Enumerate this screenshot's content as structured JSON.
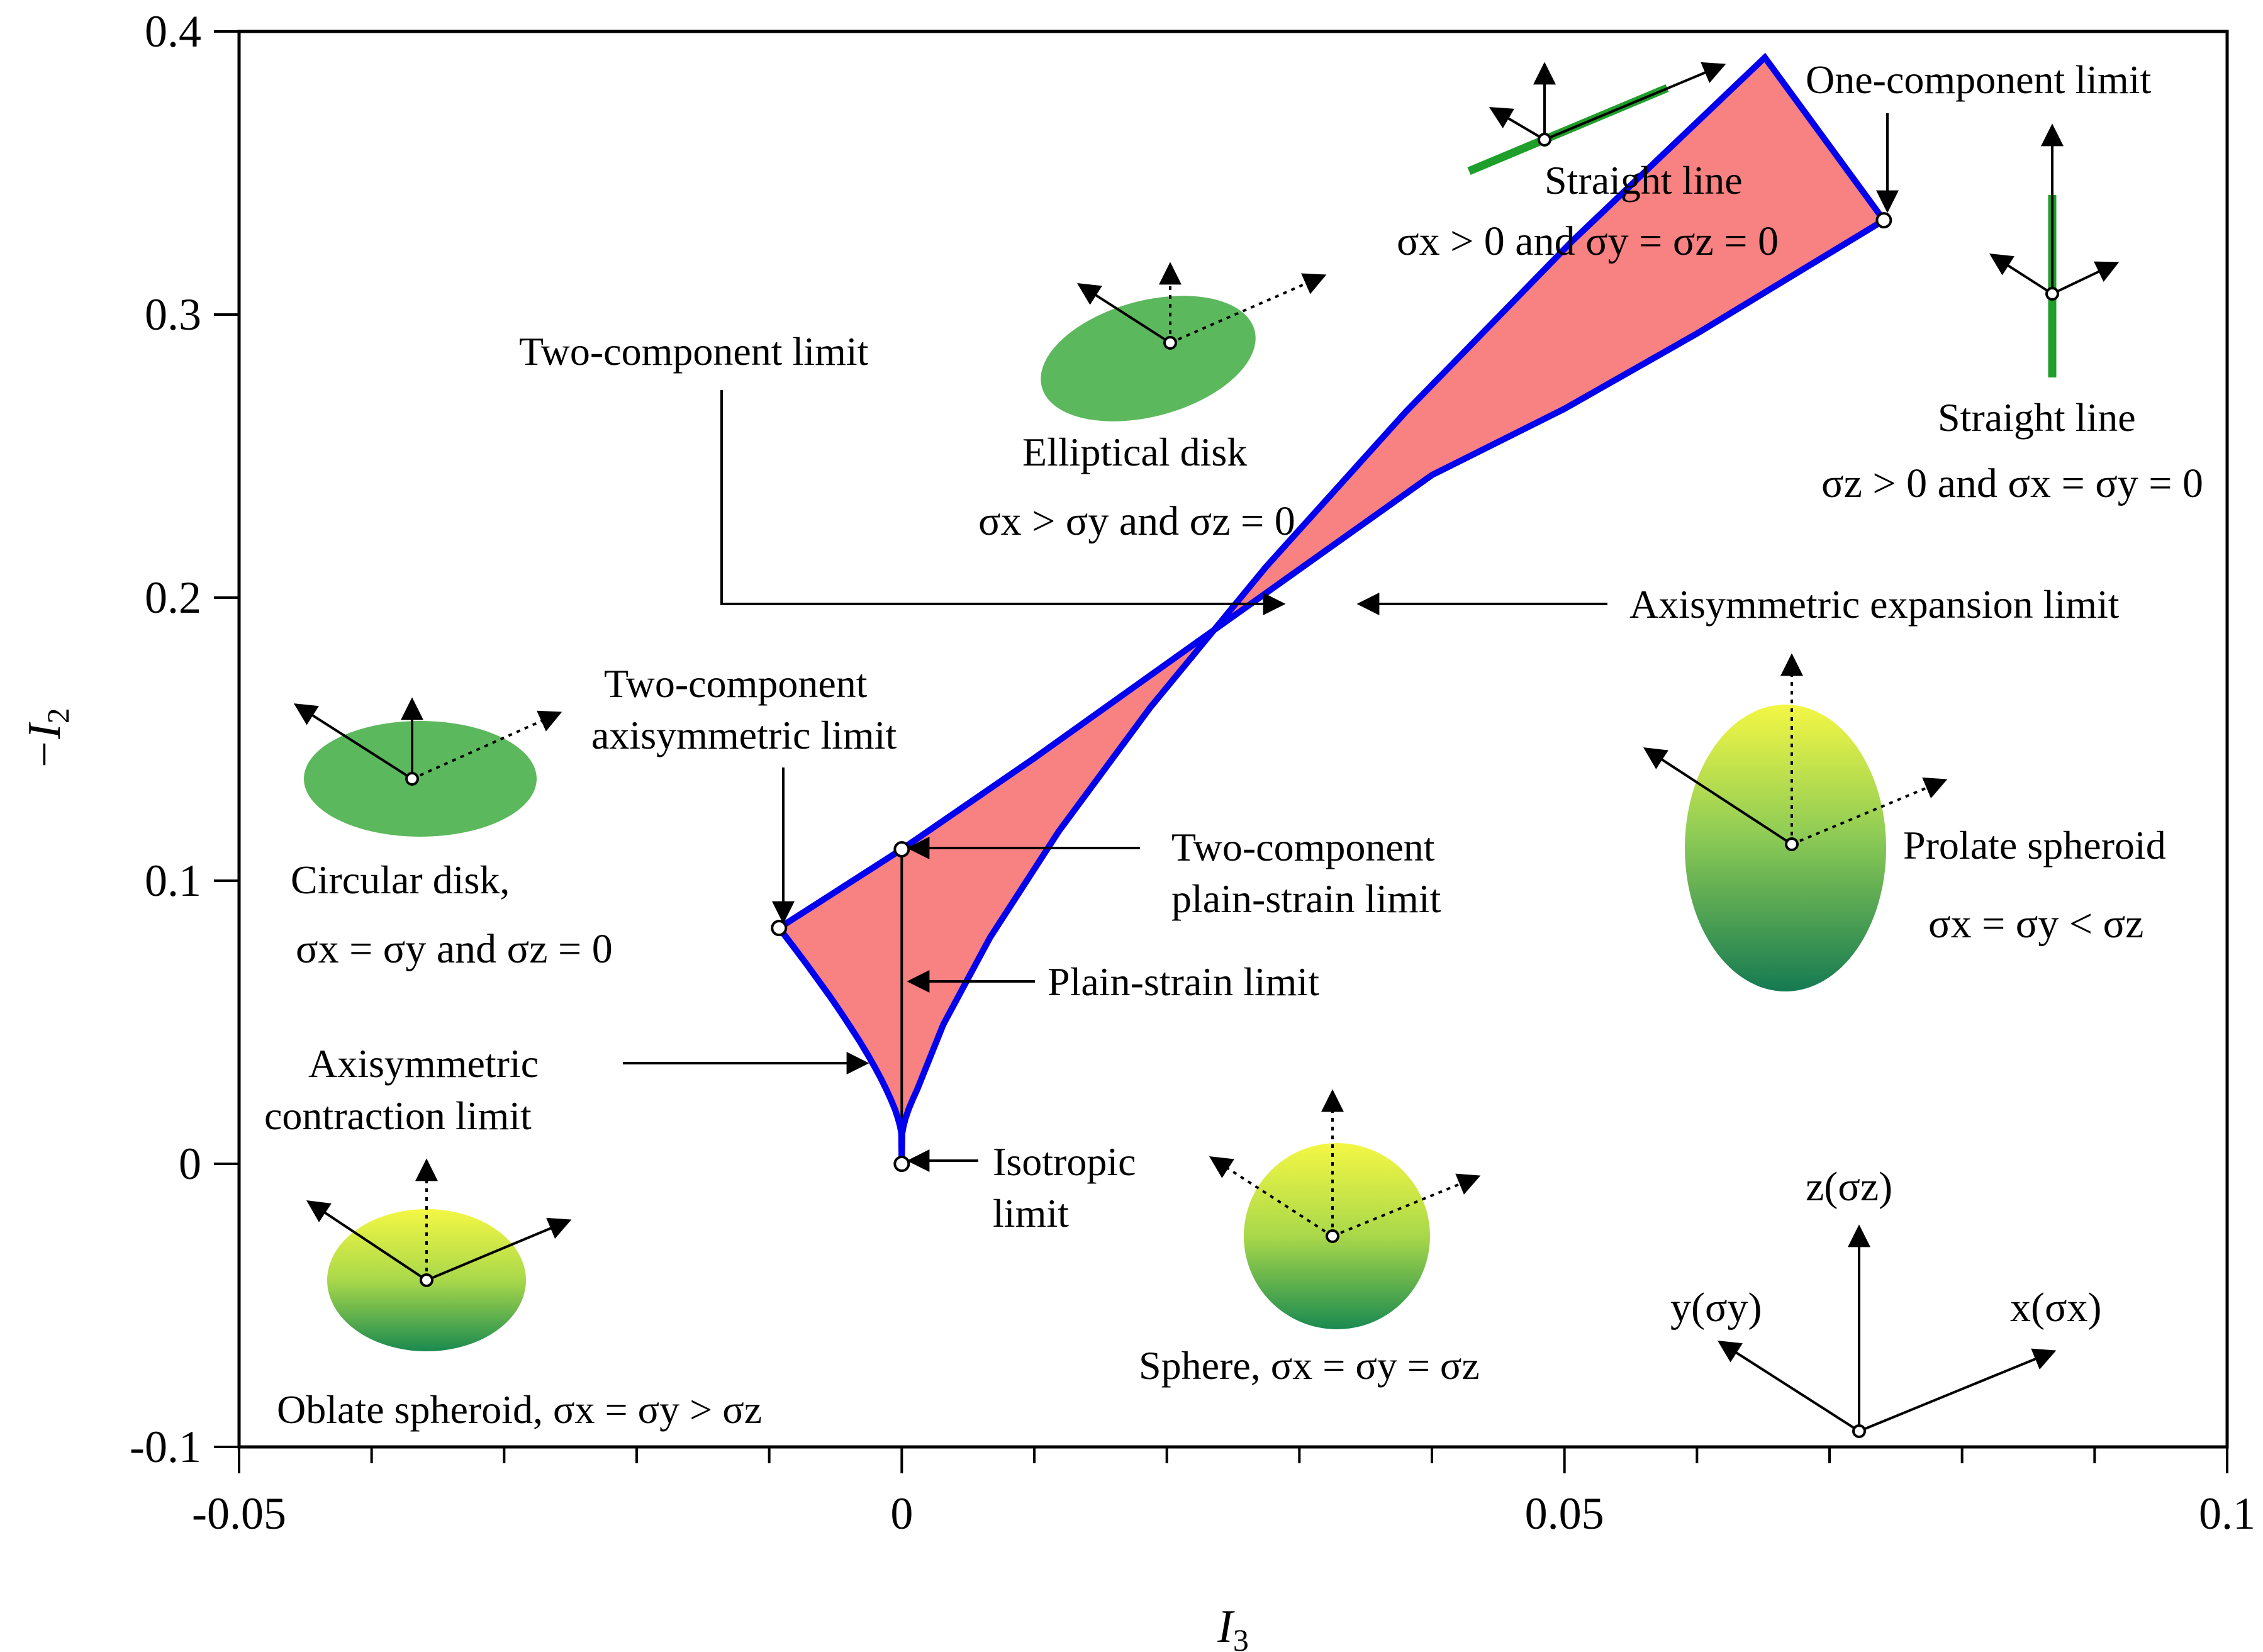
{
  "chart_data": {
    "type": "area",
    "xlabel": "I",
    "xlabel_sub": "3",
    "ylabel": "−I",
    "ylabel_sub": "2",
    "xlim": [
      -0.05,
      0.1
    ],
    "ylim": [
      -0.1,
      0.4
    ],
    "x_ticks": [
      -0.05,
      0,
      0.05,
      0.1
    ],
    "x_tick_labels": [
      "-0.05",
      "0",
      "0.05",
      "0.1"
    ],
    "y_ticks": [
      -0.1,
      0,
      0.1,
      0.2,
      0.3,
      0.4
    ],
    "y_tick_labels": [
      "-0.1",
      "0",
      "0.1",
      "0.2",
      "0.3",
      "0.4"
    ],
    "grid": false,
    "region_color": "#f88181",
    "boundary_color": "#0000ee",
    "key_points": {
      "isotropic": [
        0.0,
        0.0
      ],
      "two_component_axisymmetric": [
        -0.00926,
        0.0833
      ],
      "two_component_plain_strain": [
        0.0,
        0.1111
      ],
      "one_component": [
        0.0741,
        0.3333
      ]
    },
    "series": [
      {
        "x": [
          -0.00926,
          -0.00819,
          -0.00718,
          -0.00625,
          -0.00537,
          -0.00457,
          -0.00384,
          -0.00317,
          -0.00256,
          -0.00203,
          -0.00156,
          -0.00115,
          -0.0008,
          -0.00051,
          -0.00029,
          -0.00013,
          -3e-05,
          0.0
        ],
        "y": [
          0.0833,
          0.0768,
          0.0705,
          0.0645,
          0.0588,
          0.0533,
          0.0481,
          0.0432,
          0.0385,
          0.0341,
          0.03,
          0.0261,
          0.0225,
          0.0192,
          0.0161,
          0.0133,
          0.0108,
          0.0
        ]
      },
      {
        "x": [
          0.0,
          3e-05,
          0.00013,
          0.00029,
          0.00051,
          0.0008,
          0.00115,
          0.00313,
          0.00667,
          0.01185,
          0.01875,
          0.02745,
          0.03802,
          0.05055,
          0.06512,
          0.0741
        ],
        "y": [
          0.0,
          0.0108,
          0.0133,
          0.0161,
          0.0192,
          0.0225,
          0.0261,
          0.0492,
          0.08,
          0.1175,
          0.1612,
          0.2107,
          0.2656,
          0.3258,
          0.3908,
          0.3333
        ]
      },
      {
        "x": [
          -0.00926,
          0.0,
          0.01,
          0.02,
          0.03,
          0.04,
          0.05,
          0.06,
          0.0741
        ],
        "y": [
          0.0833,
          0.1111,
          0.1433,
          0.1767,
          0.21,
          0.2433,
          0.2667,
          0.2933,
          0.3333
        ]
      },
      {
        "x": [
          0.0,
          0.0
        ],
        "y": [
          0.0,
          0.1111
        ]
      }
    ]
  },
  "annotations": {
    "one_component": "One-component limit",
    "straight_line_x": "Straight line",
    "straight_line_x_cond": "σx > 0 and σy = σz = 0",
    "straight_line_z": "Straight line",
    "straight_line_z_cond": "σz > 0 and σx = σy = 0",
    "two_component": "Two-component limit",
    "elliptical_disk": "Elliptical disk",
    "elliptical_disk_cond": "σx > σy and σz = 0",
    "axisym_expansion": "Axisymmetric expansion limit",
    "two_comp_axisym_1": "Two-component",
    "two_comp_axisym_2": "axisymmetric limit",
    "circular_disk": "Circular disk,",
    "circular_disk_cond": "σx = σy and σz = 0",
    "two_comp_plain_1": "Two-component",
    "two_comp_plain_2": "plain-strain limit",
    "plain_strain": "Plain-strain limit",
    "prolate": "Prolate spheroid",
    "prolate_cond": "σx = σy < σz",
    "axisym_contraction_1": "Axisymmetric",
    "axisym_contraction_2": "contraction limit",
    "isotropic_1": "Isotropic",
    "isotropic_2": "limit",
    "sphere": "Sphere, σx = σy = σz",
    "oblate": "Oblate spheroid, σx = σy > σz",
    "axis_z": "z(σz)",
    "axis_y": "y(σy)",
    "axis_x": "x(σx)"
  },
  "shape_colors": {
    "disk_green": "#5cb85c",
    "line_green": "#1e9e2a",
    "gradient_top": "#f2f542",
    "gradient_bottom": "#1a8a50"
  }
}
